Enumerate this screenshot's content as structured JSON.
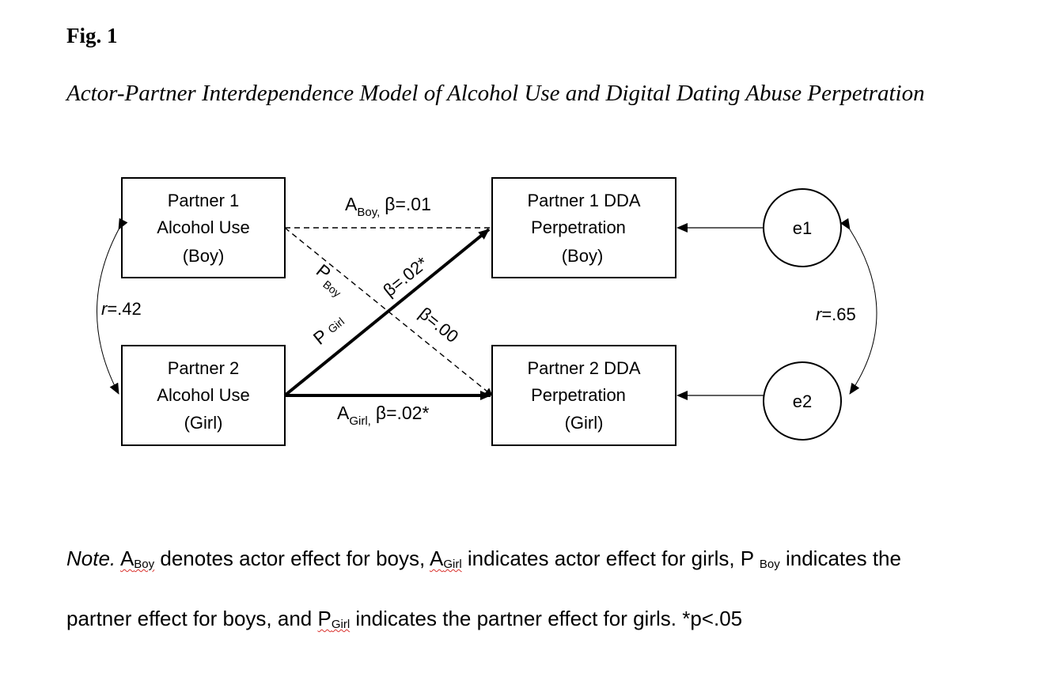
{
  "figure": {
    "label": "Fig. 1",
    "title": "Actor-Partner Interdependence Model of Alcohol Use and Digital Dating Abuse Perpetration"
  },
  "nodes": {
    "p1_alcohol": [
      "Partner 1",
      "Alcohol Use",
      "(Boy)"
    ],
    "p2_alcohol": [
      "Partner 2",
      "Alcohol Use",
      "(Girl)"
    ],
    "p1_dda": [
      "Partner 1 DDA",
      "Perpetration",
      "(Boy)"
    ],
    "p2_dda": [
      "Partner 2 DDA",
      "Perpetration",
      "(Girl)"
    ],
    "e1": "e1",
    "e2": "e2"
  },
  "edges": {
    "a_boy": {
      "main": "A",
      "sub": "Boy,",
      "value": "β=.01",
      "style": "dashed"
    },
    "a_girl": {
      "main": "A",
      "sub": "Girl,",
      "value": "β=.02*",
      "style": "bold"
    },
    "p_boy": {
      "main": "P",
      "sub": "Boy",
      "value": "β=.00",
      "style": "dashed"
    },
    "p_girl": {
      "main": "P",
      "sub": "Girl",
      "value": "β=.02*",
      "style": "bold"
    },
    "r_left": {
      "r": "r",
      "value": "=.42"
    },
    "r_right": {
      "r": "r",
      "value": "=.65"
    }
  },
  "note": {
    "note_label": "Note.",
    "line1": {
      "a_main": "A",
      "a_boy_sub": "Boy",
      "t1": " denotes actor effect for boys, ",
      "a_main2": "A",
      "a_girl_sub": "Girl",
      "t2": " indicates actor effect for girls, ",
      "p_main": "P ",
      "p_boy_sub": "Boy",
      "t3": " indicates the"
    },
    "line2": {
      "t1": "partner effect for boys, and ",
      "p_main": "P",
      "p_girl_sub": "Girl",
      "t2": " indicates the partner effect for girls. *p<.05"
    }
  }
}
